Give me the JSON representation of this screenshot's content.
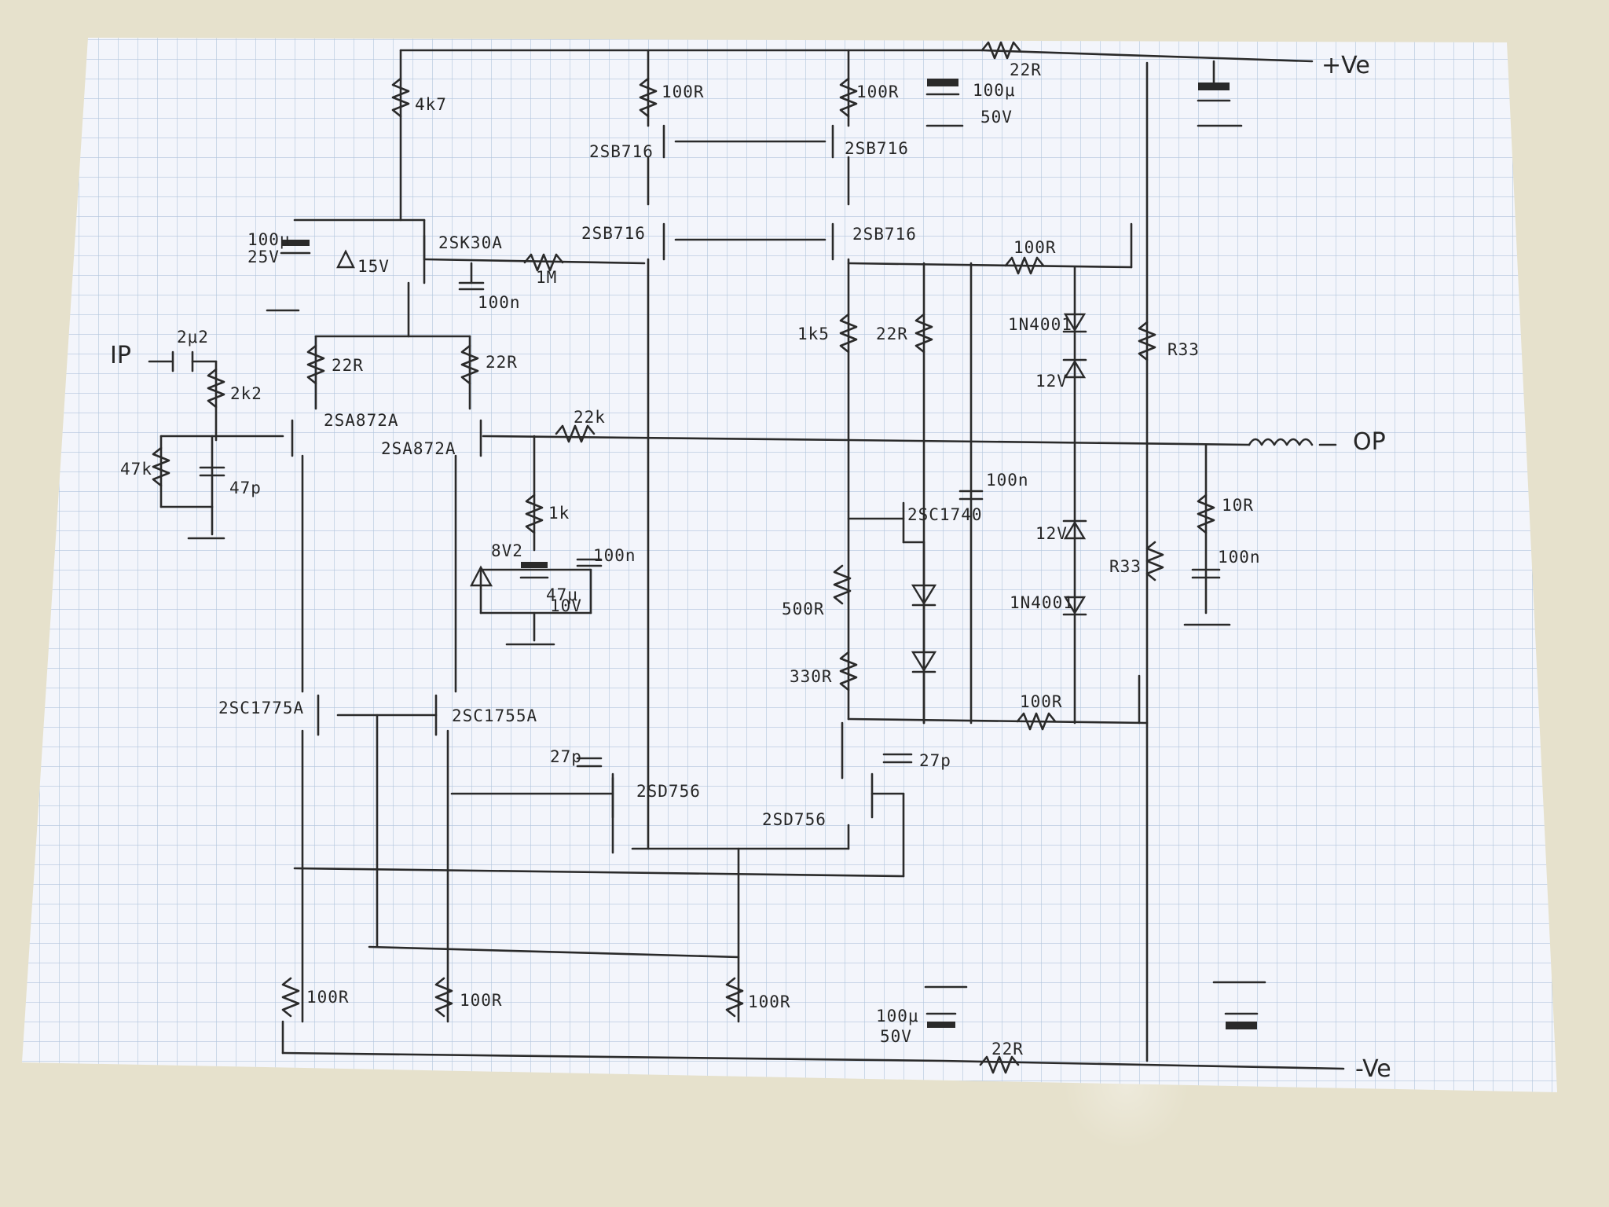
{
  "rail_labels": {
    "positive": "+Ve",
    "negative": "-Ve",
    "input": "IP",
    "output": "OP"
  },
  "component_labels": {
    "r_4k7": "4k7",
    "r_100r_top_left": "100R",
    "r_100r_top_right": "100R",
    "c_supply_top": "100μ",
    "c_supply_top_v": "50V",
    "r_22r_top": "22R",
    "q_2sb716_a": "2SB716",
    "q_2sb716_b": "2SB716",
    "q_2sb716_c": "2SB716",
    "q_2sb716_d": "2SB716",
    "c_100u_25v": "100μ",
    "c_100u_25v_v": "25V",
    "z_15v": "15V",
    "q_2sk30a": "2SK30A",
    "r_1m": "1M",
    "c_100n_jfet": "100n",
    "r_100r_mid": "100R",
    "c_2u2": "2μ2",
    "r_2k2": "2k2",
    "r_22r_a": "22R",
    "r_22r_b": "22R",
    "q_2sa872a_a": "2SA872A",
    "q_2sa872a_b": "2SA872A",
    "r_22k": "22k",
    "r_1k5": "1k5",
    "r_22r_c": "22R",
    "d_1n4001_a": "1N4001",
    "z_12v_a": "12V",
    "r_r33_a": "R33",
    "r_47k": "47k",
    "c_47p": "47p",
    "r_1k": "1k",
    "c_100n_out": "100n",
    "q_2sc1740": "2SC1740",
    "z_12v_b": "12V",
    "r_10r": "10R",
    "z_8v2": "8V2",
    "c_47u": "47μ",
    "c_47u_v": "10V",
    "c_100n_fb": "100n",
    "r_r33_b": "R33",
    "c_100n_zobel": "100n",
    "r_500r": "500R",
    "d_1n4001_b": "1N4001",
    "r_330r": "330R",
    "q_2sc1775a": "2SC1775A",
    "q_2sc1755a": "2SC1755A",
    "r_100r_bottom_mid": "100R",
    "c_27p_a": "27p",
    "c_27p_b": "27p",
    "q_2sd756_a": "2SD756",
    "q_2sd756_b": "2SD756",
    "r_100r_low_a": "100R",
    "r_100r_low_b": "100R",
    "r_100r_low_c": "100R",
    "c_supply_bottom": "100μ",
    "c_supply_bottom_v": "50V",
    "r_22r_bottom": "22R"
  },
  "colors": {
    "ink": "#2a2a2a",
    "grid": "#9fb6d3",
    "paper": "#f3f5fb"
  }
}
